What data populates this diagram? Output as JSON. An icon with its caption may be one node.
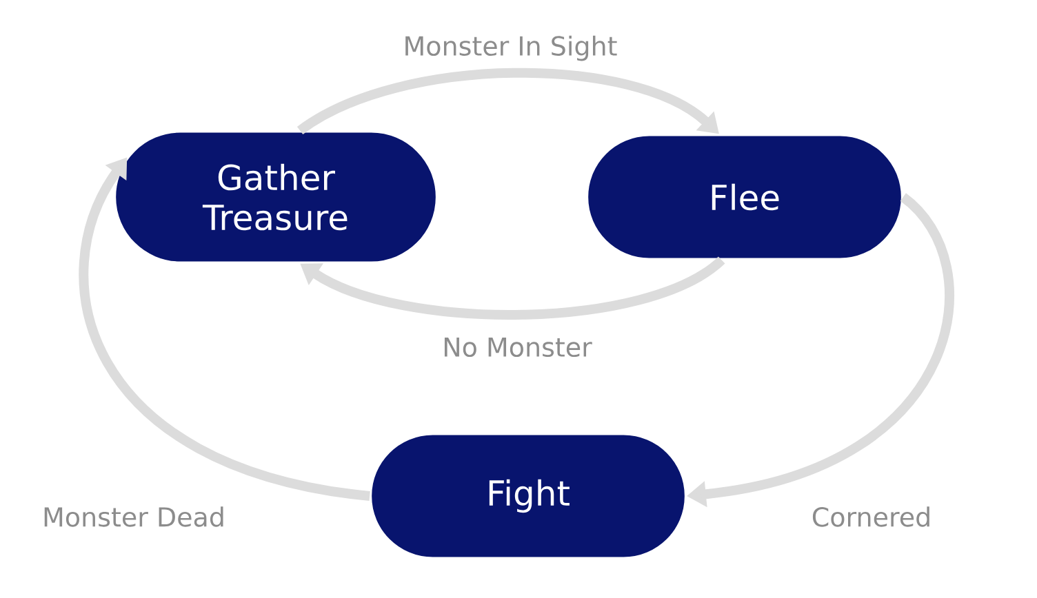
{
  "diagram": {
    "nodes": [
      {
        "text": [
          "Gather Treasure"
        ]
      },
      {
        "text": [
          "Flee"
        ]
      },
      {
        "text": [
          "Fight"
        ]
      }
    ],
    "edges": [
      {
        "from": 0,
        "to": 1,
        "arrow": "to",
        "label": "Monster In Sight"
      },
      {
        "from": 1,
        "to": 0,
        "arrow": "to",
        "label": "No Monster"
      },
      {
        "from": 1,
        "to": 2,
        "arrow": "to",
        "label": "Cornered"
      },
      {
        "from": 2,
        "to": 0,
        "arrow": "to",
        "label": "Monster Dead"
      }
    ]
  }
}
